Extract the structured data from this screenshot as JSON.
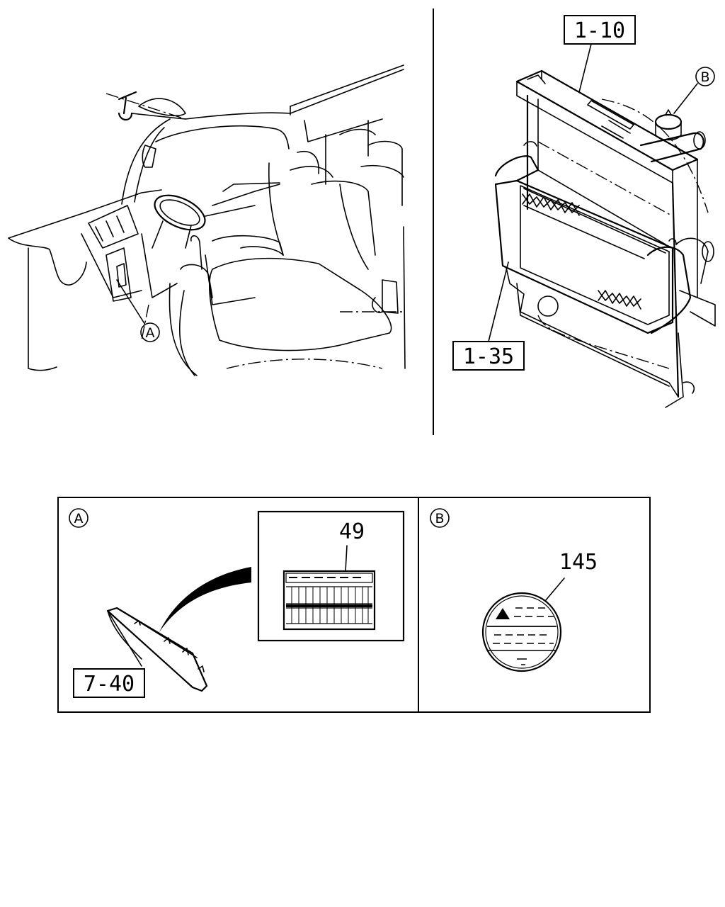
{
  "callouts": {
    "radiator": "1-10",
    "intercooler": "1-35",
    "cover_panel": "7-40",
    "label_49": "49",
    "label_145": "145"
  },
  "detail_markers": {
    "a": "A",
    "b": "B"
  }
}
